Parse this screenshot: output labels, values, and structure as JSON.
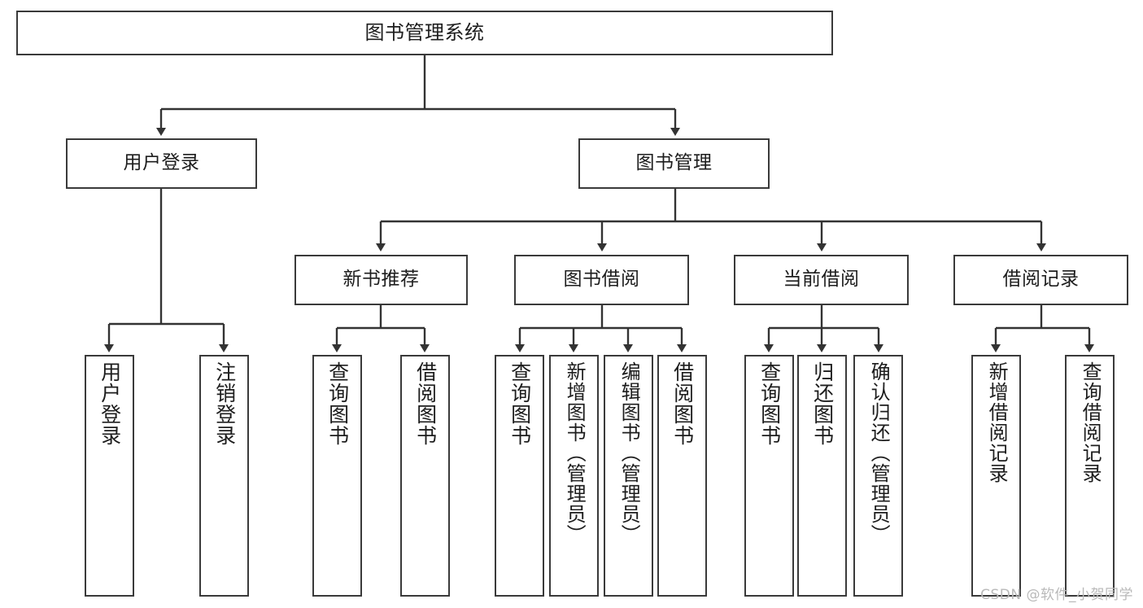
{
  "diagram": {
    "type": "tree-hierarchy",
    "title": "图书管理系统",
    "orientation": "top-down",
    "watermark": "CSDN @软件_小贺同学",
    "colors": {
      "box_border": "#3a3a3a",
      "box_fill": "#ffffff",
      "edge": "#333333",
      "text": "#1d1d1d",
      "watermark": "#b9b9b9",
      "background": "#ffffff"
    },
    "nodes": {
      "root": {
        "id": "root",
        "label": "图书管理系统",
        "level": 0
      },
      "level1": [
        {
          "id": "user_login",
          "label": "用户登录",
          "level": 1
        },
        {
          "id": "book_mgmt",
          "label": "图书管理",
          "level": 1
        }
      ],
      "level2": [
        {
          "id": "new_book_rec",
          "label": "新书推荐",
          "level": 2,
          "parent": "book_mgmt"
        },
        {
          "id": "book_borrow",
          "label": "图书借阅",
          "level": 2,
          "parent": "book_mgmt"
        },
        {
          "id": "current_borrow",
          "label": "当前借阅",
          "level": 2,
          "parent": "book_mgmt"
        },
        {
          "id": "borrow_record",
          "label": "借阅记录",
          "level": 2,
          "parent": "book_mgmt"
        }
      ],
      "leaves": [
        {
          "id": "leaf_user_login",
          "label": "用户登录",
          "parent": "user_login"
        },
        {
          "id": "leaf_user_logout",
          "label": "注销登录",
          "parent": "user_login"
        },
        {
          "id": "leaf_query_book_1",
          "label": "查询图书",
          "parent": "new_book_rec"
        },
        {
          "id": "leaf_borrow_book_1",
          "label": "借阅图书",
          "parent": "new_book_rec"
        },
        {
          "id": "leaf_query_book_2",
          "label": "查询图书",
          "parent": "book_borrow"
        },
        {
          "id": "leaf_add_book",
          "label": "新增图书（管理员）",
          "parent": "book_borrow"
        },
        {
          "id": "leaf_edit_book",
          "label": "编辑图书（管理员）",
          "parent": "book_borrow"
        },
        {
          "id": "leaf_borrow_book_2",
          "label": "借阅图书",
          "parent": "book_borrow"
        },
        {
          "id": "leaf_query_book_3",
          "label": "查询图书",
          "parent": "current_borrow"
        },
        {
          "id": "leaf_return_book",
          "label": "归还图书",
          "parent": "current_borrow"
        },
        {
          "id": "leaf_confirm_return",
          "label": "确认归还（管理员）",
          "parent": "current_borrow"
        },
        {
          "id": "leaf_add_record",
          "label": "新增借阅记录",
          "parent": "borrow_record"
        },
        {
          "id": "leaf_query_record",
          "label": "查询借阅记录",
          "parent": "borrow_record"
        }
      ]
    }
  }
}
